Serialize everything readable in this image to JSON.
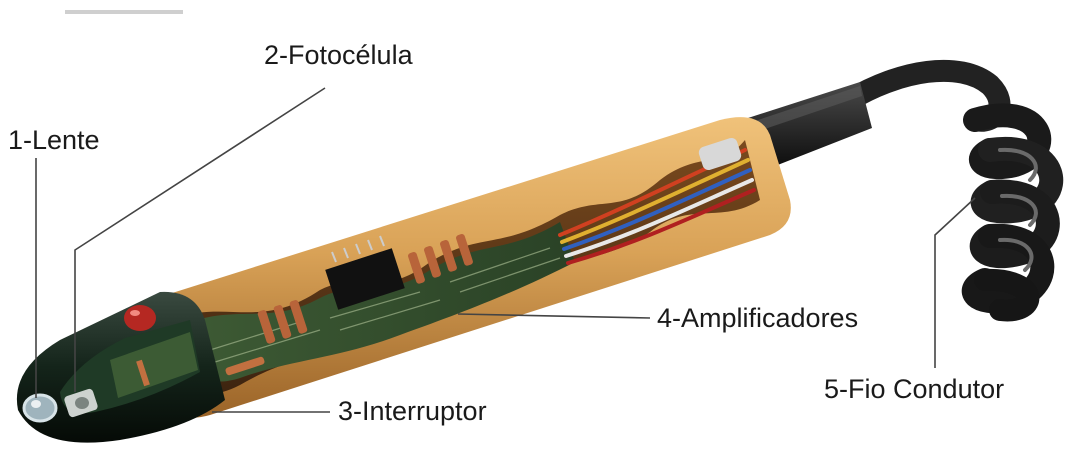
{
  "labels": {
    "lens": "1-Lente",
    "photocell": "2-Fotocélula",
    "switch": "3-Interruptor",
    "amplifiers": "4-Amplificadores",
    "wire": "5-Fio Condutor"
  },
  "colors": {
    "barrel_gold": "#d9a257",
    "circuit_board": "#2f4a2a",
    "tip_shell": "#14241a",
    "cable": "#1c1c1c",
    "indicator_led": "#b52822",
    "leader_lines": "#444444"
  }
}
